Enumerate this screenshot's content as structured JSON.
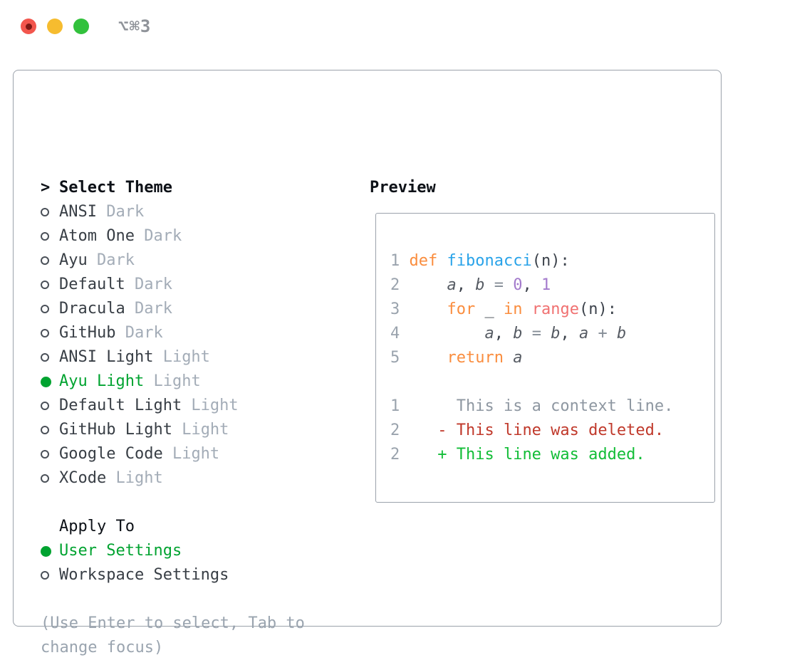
{
  "titlebar": {
    "shortcut": "⌥⌘3"
  },
  "theme_list": {
    "header": "Select Theme",
    "items": [
      {
        "name": "ANSI",
        "variant": "Dark",
        "selected": false
      },
      {
        "name": "Atom One",
        "variant": "Dark",
        "selected": false
      },
      {
        "name": "Ayu",
        "variant": "Dark",
        "selected": false
      },
      {
        "name": "Default",
        "variant": "Dark",
        "selected": false
      },
      {
        "name": "Dracula",
        "variant": "Dark",
        "selected": false
      },
      {
        "name": "GitHub",
        "variant": "Dark",
        "selected": false
      },
      {
        "name": "ANSI Light",
        "variant": "Light",
        "selected": false
      },
      {
        "name": "Ayu Light",
        "variant": "Light",
        "selected": true
      },
      {
        "name": "Default Light",
        "variant": "Light",
        "selected": false
      },
      {
        "name": "GitHub Light",
        "variant": "Light",
        "selected": false
      },
      {
        "name": "Google Code",
        "variant": "Light",
        "selected": false
      },
      {
        "name": "XCode",
        "variant": "Light",
        "selected": false
      }
    ]
  },
  "apply_to": {
    "header": "Apply To",
    "options": [
      {
        "label": "User Settings",
        "selected": true
      },
      {
        "label": "Workspace Settings",
        "selected": false
      }
    ]
  },
  "help": {
    "line1": "(Use Enter to select, Tab to",
    "line2": "change focus)"
  },
  "preview": {
    "header": "Preview",
    "lines": [
      {
        "lineno": "1",
        "tokens": [
          {
            "t": "def",
            "c": "kw"
          },
          {
            "t": " ",
            "c": "plain"
          },
          {
            "t": "fibonacci",
            "c": "fn"
          },
          {
            "t": "(n):",
            "c": "plain"
          }
        ]
      },
      {
        "lineno": "2",
        "tokens": [
          {
            "t": "    ",
            "c": "plain"
          },
          {
            "t": "a",
            "c": "var"
          },
          {
            "t": ", ",
            "c": "plain"
          },
          {
            "t": "b",
            "c": "var"
          },
          {
            "t": " ",
            "c": "plain"
          },
          {
            "t": "=",
            "c": "op"
          },
          {
            "t": " ",
            "c": "plain"
          },
          {
            "t": "0",
            "c": "num"
          },
          {
            "t": ", ",
            "c": "plain"
          },
          {
            "t": "1",
            "c": "num"
          }
        ]
      },
      {
        "lineno": "3",
        "tokens": [
          {
            "t": "    ",
            "c": "plain"
          },
          {
            "t": "for",
            "c": "kw"
          },
          {
            "t": " _ ",
            "c": "plain"
          },
          {
            "t": "in",
            "c": "kw"
          },
          {
            "t": " ",
            "c": "plain"
          },
          {
            "t": "range",
            "c": "call"
          },
          {
            "t": "(n):",
            "c": "plain"
          }
        ]
      },
      {
        "lineno": "4",
        "tokens": [
          {
            "t": "        ",
            "c": "plain"
          },
          {
            "t": "a",
            "c": "var"
          },
          {
            "t": ", ",
            "c": "plain"
          },
          {
            "t": "b",
            "c": "var"
          },
          {
            "t": " ",
            "c": "plain"
          },
          {
            "t": "=",
            "c": "op"
          },
          {
            "t": " ",
            "c": "plain"
          },
          {
            "t": "b",
            "c": "var"
          },
          {
            "t": ", ",
            "c": "plain"
          },
          {
            "t": "a",
            "c": "var"
          },
          {
            "t": " ",
            "c": "plain"
          },
          {
            "t": "+",
            "c": "op"
          },
          {
            "t": " ",
            "c": "plain"
          },
          {
            "t": "b",
            "c": "var"
          }
        ]
      },
      {
        "lineno": "5",
        "tokens": [
          {
            "t": "    ",
            "c": "plain"
          },
          {
            "t": "return",
            "c": "kw"
          },
          {
            "t": " ",
            "c": "plain"
          },
          {
            "t": "a",
            "c": "var"
          }
        ]
      },
      {
        "blank": true
      },
      {
        "lineno": "1",
        "tokens": [
          {
            "t": "     This is a context line.",
            "c": "ctx"
          }
        ]
      },
      {
        "lineno": "2",
        "tokens": [
          {
            "t": "   - This line was deleted.",
            "c": "del"
          }
        ]
      },
      {
        "lineno": "2",
        "tokens": [
          {
            "t": "   + This line was added.",
            "c": "add"
          }
        ]
      }
    ]
  },
  "colors": {
    "kw": "#FA8D3E",
    "fn": "#29A3E9",
    "call": "#F07171",
    "num": "#A37ACC",
    "var": "#565B63",
    "plain": "#3D434C",
    "op": "#858D96",
    "lineno": "#9AA3AD",
    "ctx": "#8E97A1",
    "del": "#C0392B",
    "add": "#12BD37",
    "accent": "#00A330",
    "item": "#383E45",
    "muted": "#A3ACB7",
    "helptext": "#9AA4AF",
    "header": "#0D1117",
    "ring": "#4A5058",
    "border": "#9BA2AB",
    "titlebar_text": "#8F9399",
    "light_red": "#F2564D",
    "light_red_dot": "#7E1915",
    "light_yellow": "#F6BC2F",
    "light_green": "#32C13C"
  }
}
